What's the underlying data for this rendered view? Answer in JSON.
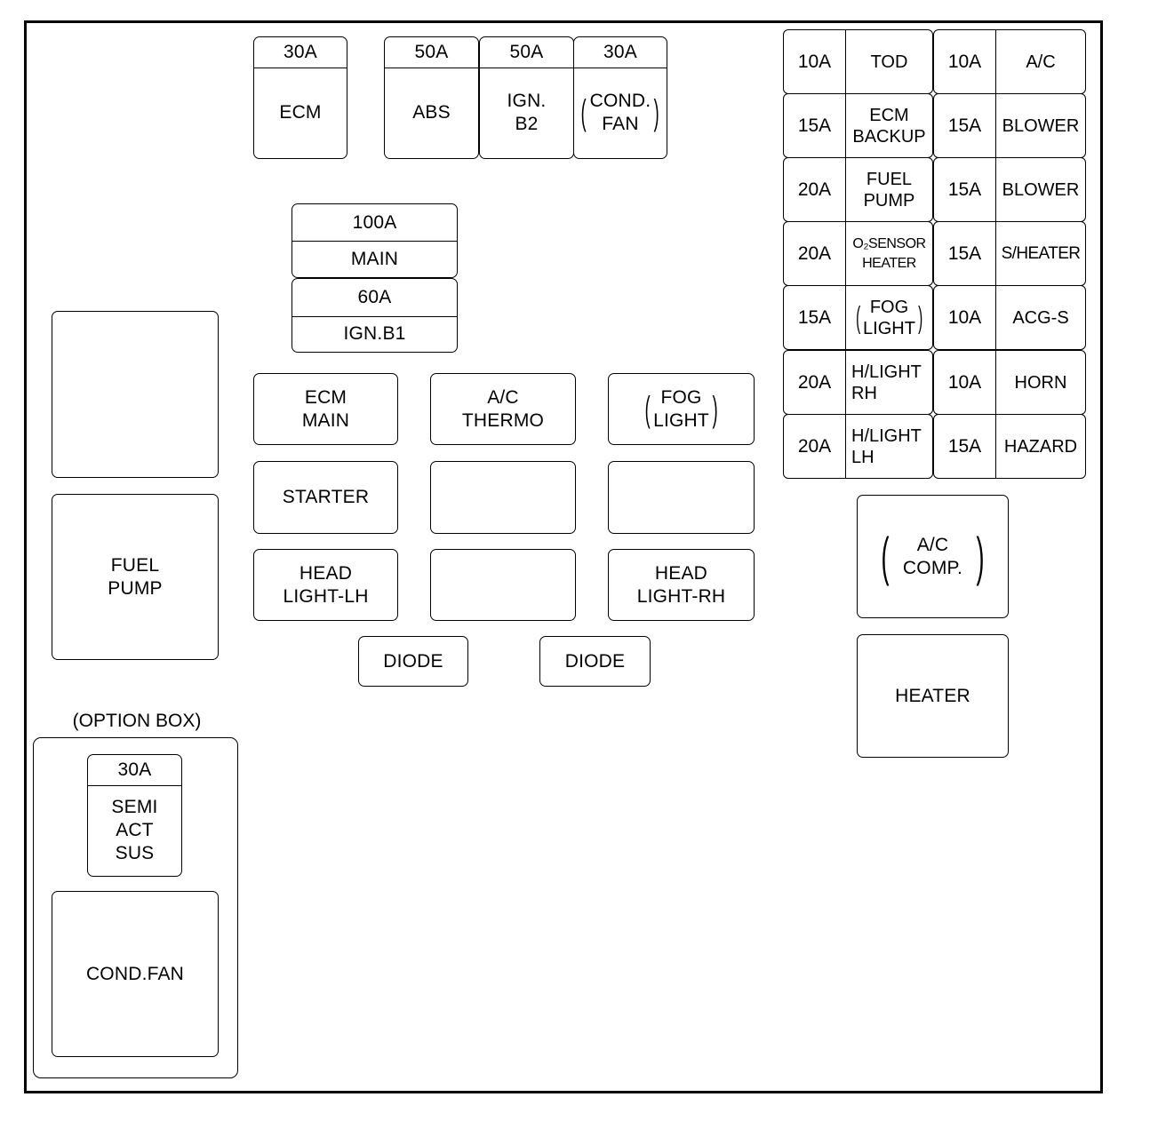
{
  "top_fuses": [
    {
      "amp": "30A",
      "name": "ECM"
    },
    {
      "amp": "50A",
      "name": "ABS"
    },
    {
      "amp": "50A",
      "name": "IGN.\nB2"
    },
    {
      "amp": "30A",
      "name": "COND.\nFAN"
    }
  ],
  "main_fuse": {
    "amp": "100A",
    "name": "MAIN"
  },
  "ign_b1_fuse": {
    "amp": "60A",
    "name": "IGN.B1"
  },
  "relays": {
    "fuel_pump": "FUEL\nPUMP",
    "ecm_main": "ECM\nMAIN",
    "ac_thermo": "A/C\nTHERMO",
    "fog_light": "FOG\nLIGHT",
    "starter": "STARTER",
    "head_light_lh": "HEAD\nLIGHT-LH",
    "head_light_rh": "HEAD\nLIGHT-RH",
    "ac_comp": "A/C\nCOMP.",
    "heater": "HEATER",
    "cond_fan": "COND.FAN"
  },
  "diodes": [
    "DIODE",
    "DIODE"
  ],
  "option_box": {
    "label": "(OPTION BOX)",
    "fuse_amp": "30A",
    "fuse_name": "SEMI\nACT\nSUS"
  },
  "mini_fuses": {
    "left": [
      {
        "amp": "10A",
        "name": "TOD"
      },
      {
        "amp": "15A",
        "name": "ECM\nBACKUP"
      },
      {
        "amp": "20A",
        "name": "FUEL\nPUMP"
      },
      {
        "amp": "20A",
        "name": "O₂SENSOR\nHEATER"
      },
      {
        "amp": "15A",
        "name": "FOG\nLIGHT"
      },
      {
        "amp": "20A",
        "name": "H/LIGHT\nRH"
      },
      {
        "amp": "20A",
        "name": "H/LIGHT\nLH"
      }
    ],
    "right": [
      {
        "amp": "10A",
        "name": "A/C"
      },
      {
        "amp": "15A",
        "name": "BLOWER"
      },
      {
        "amp": "15A",
        "name": "BLOWER"
      },
      {
        "amp": "15A",
        "name": "S/HEATER"
      },
      {
        "amp": "10A",
        "name": "ACG-S"
      },
      {
        "amp": "10A",
        "name": "HORN"
      },
      {
        "amp": "15A",
        "name": "HAZARD"
      }
    ]
  }
}
